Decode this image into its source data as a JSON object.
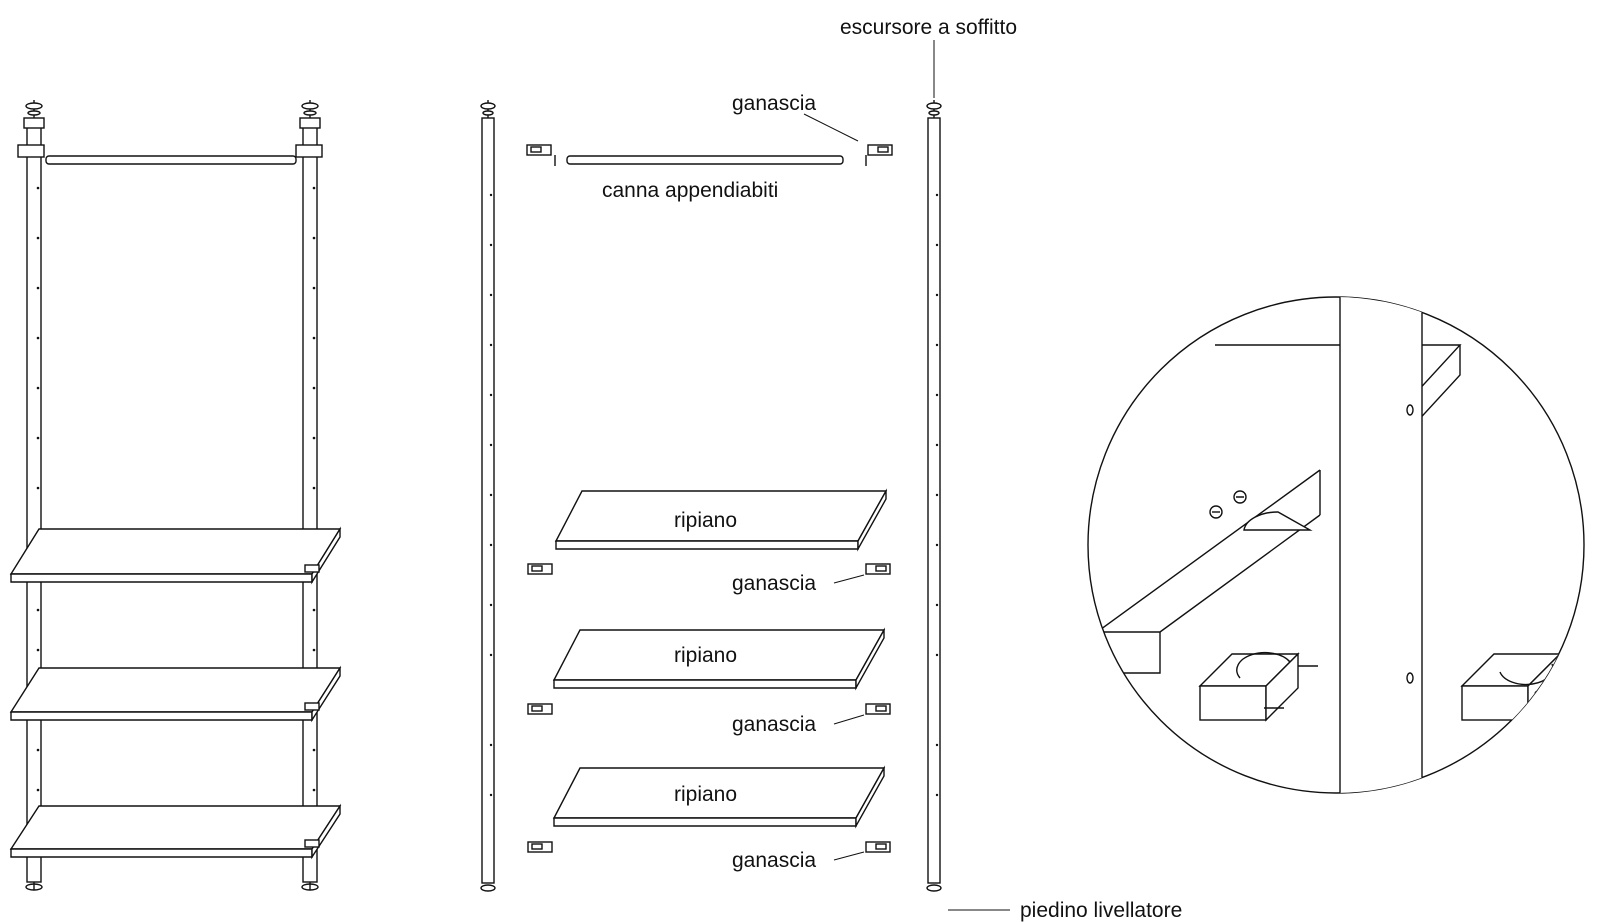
{
  "labels": {
    "ceiling_slider": "escursore a soffitto",
    "clamp_top": "ganascia",
    "hanging_rail": "canna appendiabiti",
    "shelf_1": "ripiano",
    "shelf_2": "ripiano",
    "shelf_3": "ripiano",
    "clamp_1": "ganascia",
    "clamp_2": "ganascia",
    "clamp_3": "ganascia",
    "leveling_foot": "piedino livellatore"
  },
  "icons": {
    "pole": "vertical-pole",
    "clamp": "clamp-bracket",
    "shelf": "shelf-board",
    "rail": "hanging-rail",
    "detail": "magnified-detail-circle"
  }
}
